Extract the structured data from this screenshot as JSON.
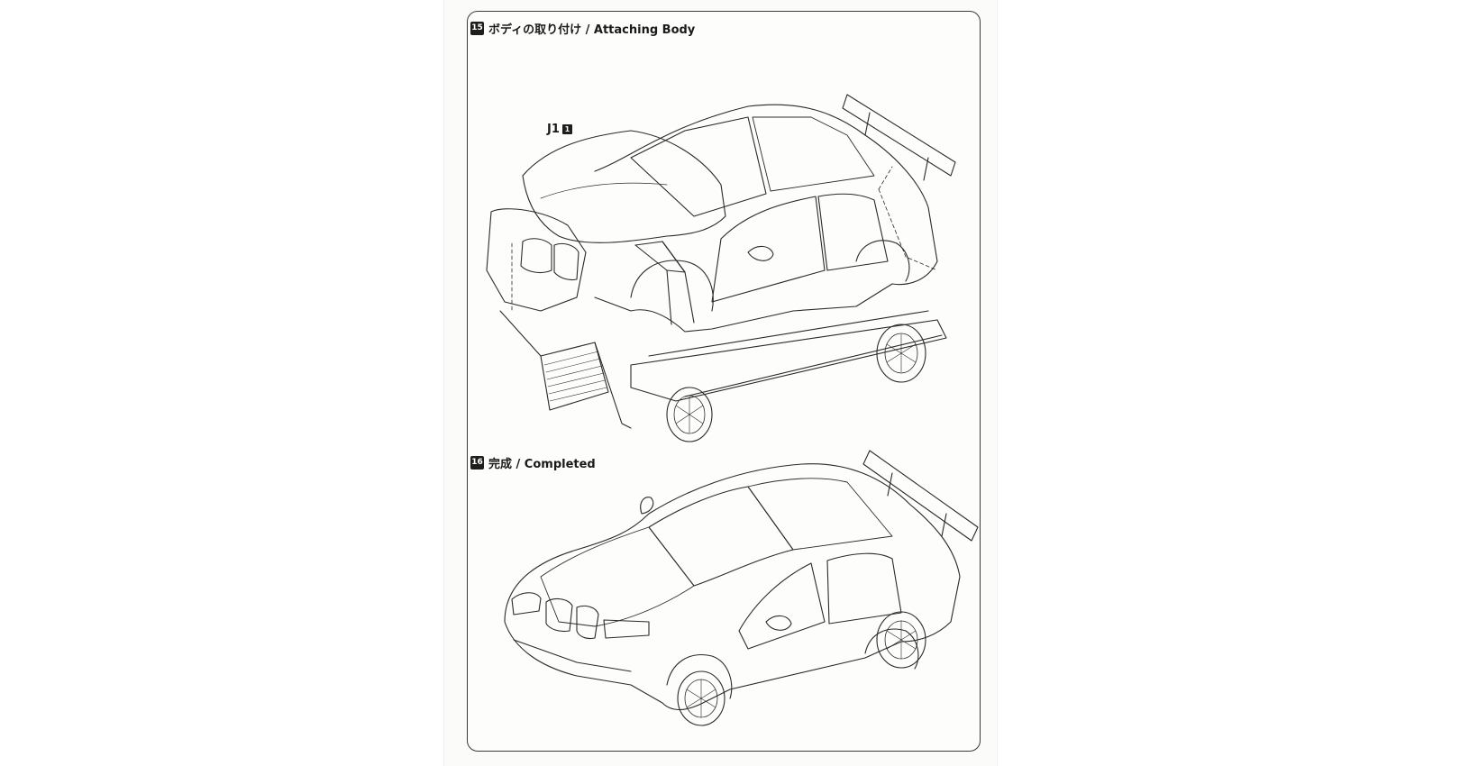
{
  "steps": [
    {
      "number": "15",
      "title": "ボディの取り付け / Attaching Body"
    },
    {
      "number": "16",
      "title": "完成 / Completed"
    }
  ],
  "part_label": {
    "text": "J1",
    "qty": "1"
  }
}
